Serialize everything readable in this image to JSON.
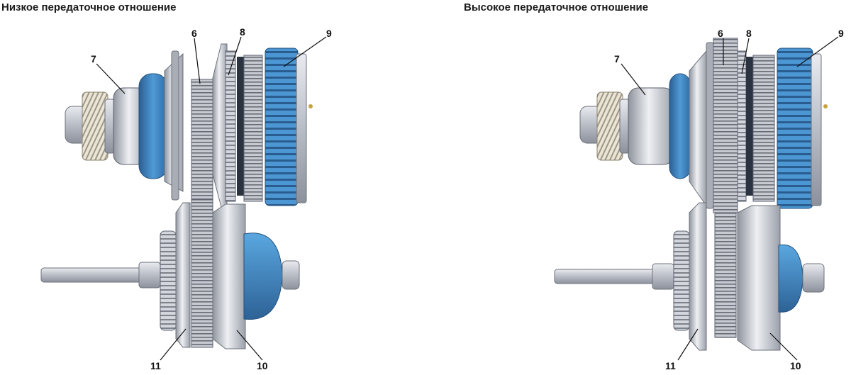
{
  "panels": [
    {
      "title": "Низкое передаточное отношение",
      "callouts": [
        "6",
        "7",
        "8",
        "9",
        "10",
        "11"
      ]
    },
    {
      "title": "Высокое передаточное отношение",
      "callouts": [
        "6",
        "7",
        "8",
        "9",
        "10",
        "11"
      ]
    }
  ],
  "colors": {
    "steel": "#c9ccd3",
    "blue": "#3f86c4",
    "dark": "#3a3f4a"
  }
}
